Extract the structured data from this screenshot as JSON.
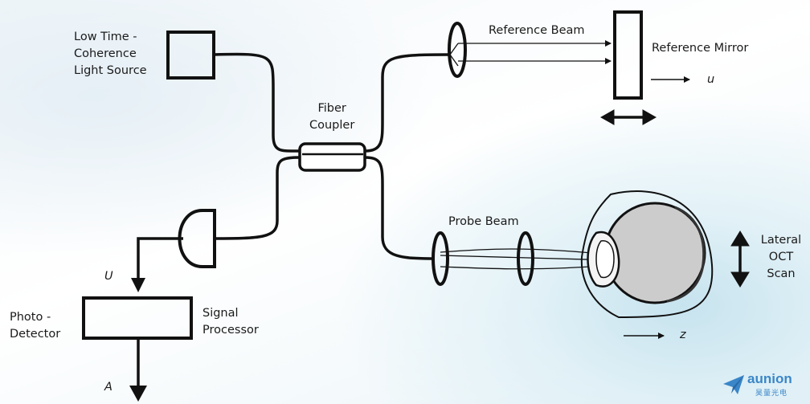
{
  "labels": {
    "light_source": [
      "Low Time -",
      "Coherence",
      "Light Source"
    ],
    "fiber_coupler": [
      "Fiber",
      "Coupler"
    ],
    "reference_beam": "Reference Beam",
    "reference_mirror": "Reference Mirror",
    "u_lower": "u",
    "probe_beam": "Probe Beam",
    "lateral_scan": [
      "Lateral",
      "OCT",
      "Scan"
    ],
    "z": "z",
    "U_upper": "U",
    "photo_detector": [
      "Photo -",
      "Detector"
    ],
    "signal_processor": [
      "Signal",
      "Processor"
    ],
    "A": "A"
  },
  "logo": {
    "text": "aunion",
    "subtext": "昊量光电"
  },
  "colors": {
    "line": "#111111",
    "eye_fill": "#cccccc",
    "logo": "#3a86c8"
  }
}
